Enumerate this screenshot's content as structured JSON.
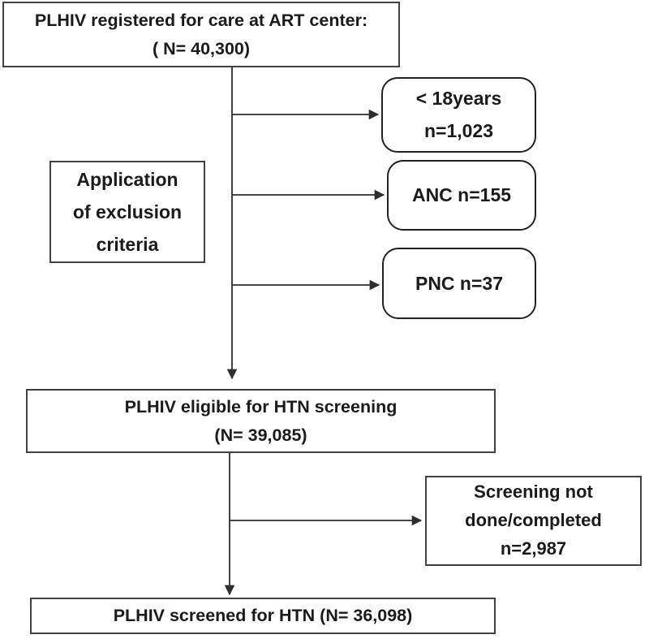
{
  "boxes": {
    "registered": {
      "line1": "PLHIV registered for care at ART center:",
      "line2": "( N= 40,300)"
    },
    "exclusion": {
      "line1": "Application",
      "line2": "of exclusion",
      "line3": "criteria"
    },
    "under18": {
      "line1": "< 18years",
      "line2": "n=1,023"
    },
    "anc": {
      "label": "ANC n=155"
    },
    "pnc": {
      "label": "PNC n=37"
    },
    "eligible": {
      "line1": "PLHIV eligible for HTN screening",
      "line2": "(N= 39,085)"
    },
    "not_screened": {
      "line1": "Screening not",
      "line2": "done/completed",
      "line3": "n=2,987"
    },
    "screened": {
      "label": "PLHIV screened for HTN (N= 36,098)"
    }
  },
  "colors": {
    "box-border": "#424242",
    "rounded-border": "#222222",
    "arrow": "#2e2e2e",
    "text": "#1b1b1b",
    "background": "#ffffff"
  }
}
